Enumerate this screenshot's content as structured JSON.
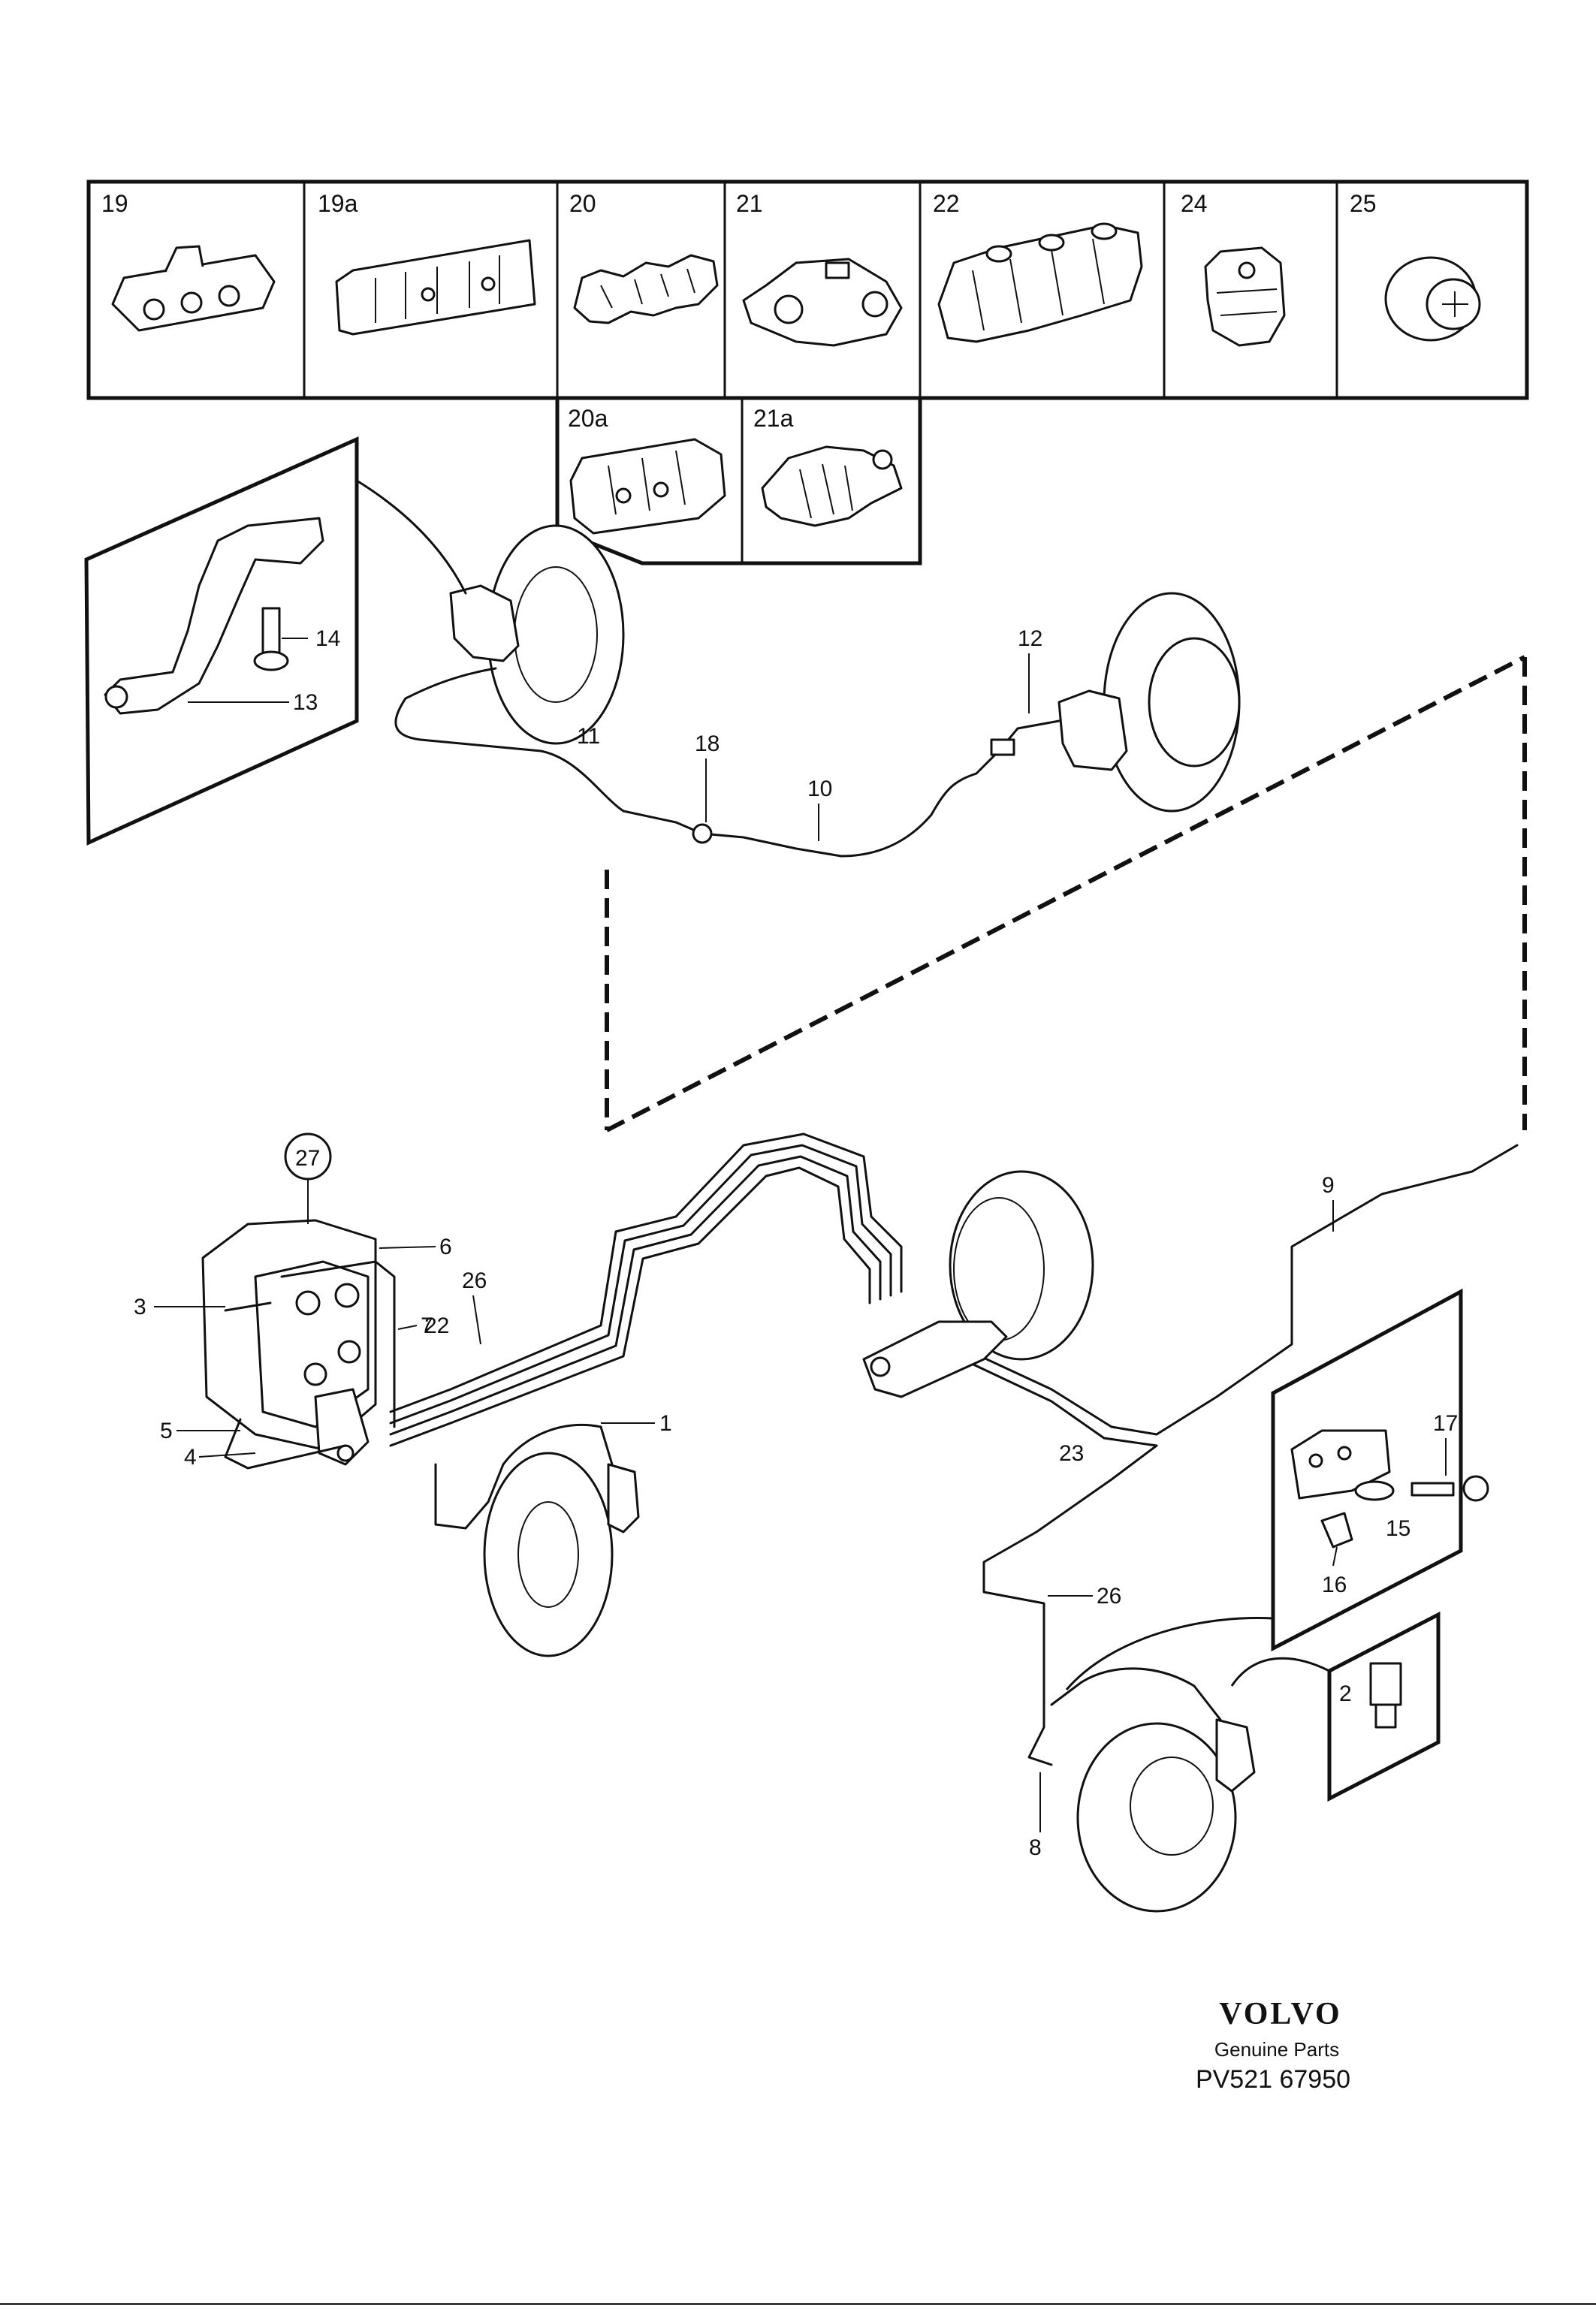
{
  "clip_catalog": {
    "row1": [
      {
        "label": "19",
        "name": "clip-19"
      },
      {
        "label": "19a",
        "name": "clip-19a"
      },
      {
        "label": "20",
        "name": "clip-20"
      },
      {
        "label": "21",
        "name": "clip-21"
      },
      {
        "label": "22",
        "name": "clip-22"
      },
      {
        "label": "24",
        "name": "clip-24"
      },
      {
        "label": "25",
        "name": "clip-25"
      }
    ],
    "row2": [
      {
        "label": "20a",
        "name": "clip-20a"
      },
      {
        "label": "21a",
        "name": "clip-21a"
      }
    ]
  },
  "callouts": {
    "c1": "1",
    "c2": "2",
    "c3": "3",
    "c4": "4",
    "c5": "5",
    "c6": "6",
    "c7": "7",
    "c8": "8",
    "c9": "9",
    "c10": "10",
    "c11": "11",
    "c12": "12",
    "c13": "13",
    "c14": "14",
    "c15": "15",
    "c16": "16",
    "c17": "17",
    "c18": "18",
    "c22": "22",
    "c23": "23",
    "c26a": "26",
    "c26b": "26",
    "c27": "27"
  },
  "brand": {
    "logo": "VOLVO",
    "tagline": "Genuine Parts",
    "part_code": "PV521 67950"
  }
}
